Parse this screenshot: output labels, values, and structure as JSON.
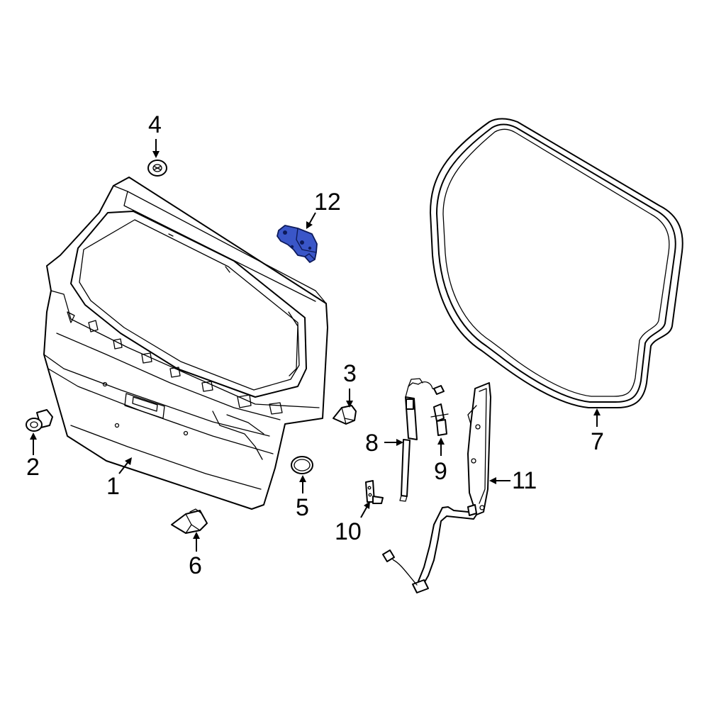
{
  "diagram": {
    "highlight_color": "#3a56c8",
    "callouts": [
      "1",
      "2",
      "3",
      "4",
      "5",
      "6",
      "7",
      "8",
      "9",
      "10",
      "11",
      "12"
    ]
  }
}
